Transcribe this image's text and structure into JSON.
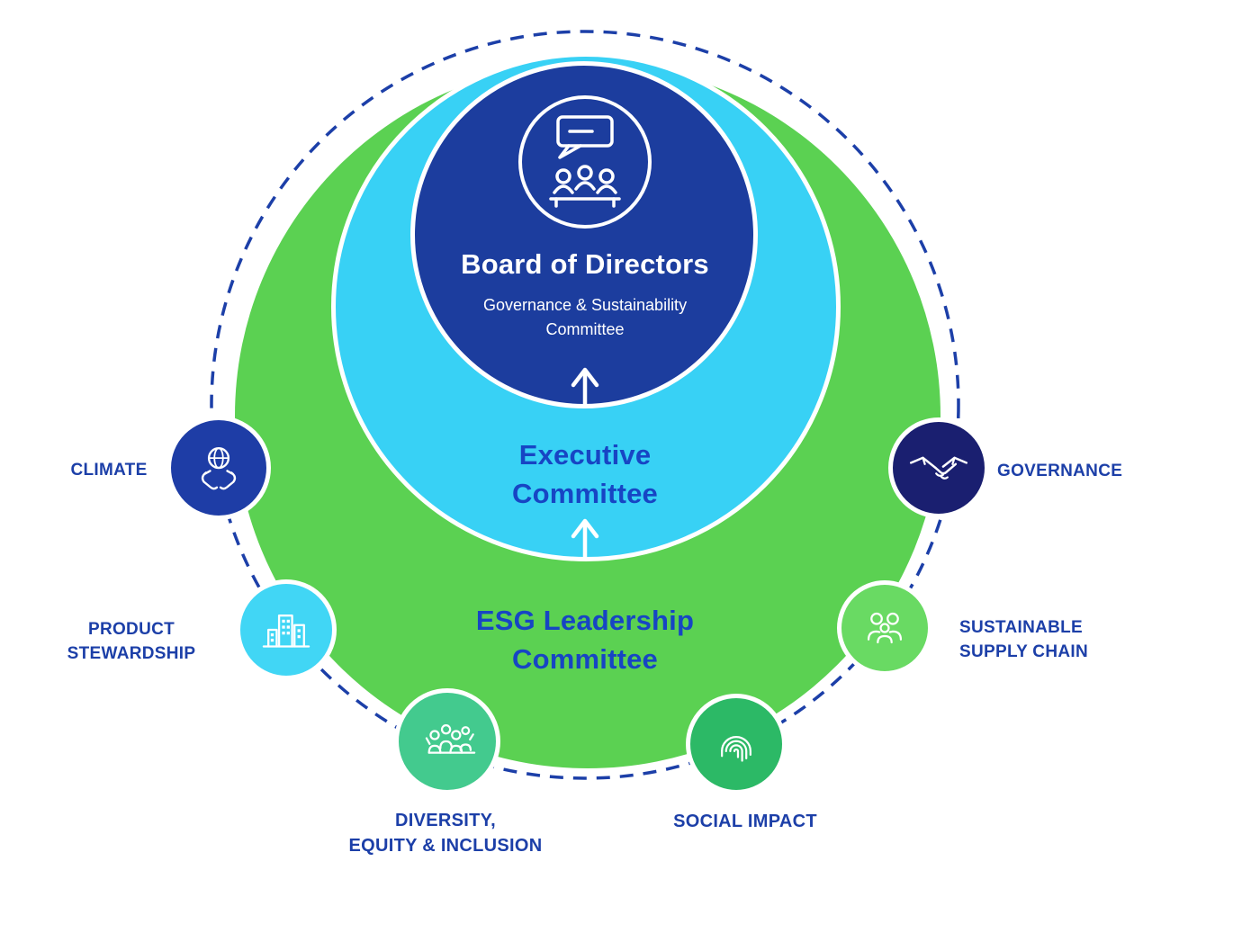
{
  "rings": {
    "board": {
      "title": "Board of Directors",
      "subtitle_lines": [
        "Governance & Sustainability",
        "Committee"
      ],
      "icon": "board-meeting-icon"
    },
    "executive": {
      "lines": [
        "Executive",
        "Committee"
      ]
    },
    "esg": {
      "lines": [
        "ESG Leadership",
        "Committee"
      ]
    }
  },
  "satellites": {
    "climate": {
      "lines": [
        "CLIMATE"
      ],
      "icon": "hands-holding-globe-icon",
      "color": "#1E3DA6"
    },
    "governance": {
      "lines": [
        "GOVERNANCE"
      ],
      "icon": "handshake-icon",
      "color": "#1A1F70"
    },
    "product_stewardship": {
      "lines": [
        "PRODUCT",
        "STEWARDSHIP"
      ],
      "icon": "buildings-icon",
      "color": "#41D6F5"
    },
    "sustainable_supply_chain": {
      "lines": [
        "SUSTAINABLE",
        "SUPPLY CHAIN"
      ],
      "icon": "people-family-icon",
      "color": "#69DA63"
    },
    "diversity_equity_inclusion": {
      "lines": [
        "DIVERSITY,",
        "EQUITY & INCLUSION"
      ],
      "icon": "team-group-icon",
      "color": "#43CA8E"
    },
    "social_impact": {
      "lines": [
        "SOCIAL IMPACT"
      ],
      "icon": "fingerprint-icon",
      "color": "#2CB966"
    }
  },
  "colors": {
    "green": "#5BD152",
    "cyan": "#38D1F5",
    "navy": "#1C3D9E",
    "dark_navy": "#1A1F70",
    "label_blue": "#1C3FA8",
    "heading_blue": "#1745C4",
    "supply_green": "#69DA63",
    "dei_green": "#43CA8E",
    "impact_green": "#2CB966",
    "product_cyan": "#41D6F5",
    "climate_blue": "#1E3DA6",
    "white": "#FFFFFF"
  }
}
